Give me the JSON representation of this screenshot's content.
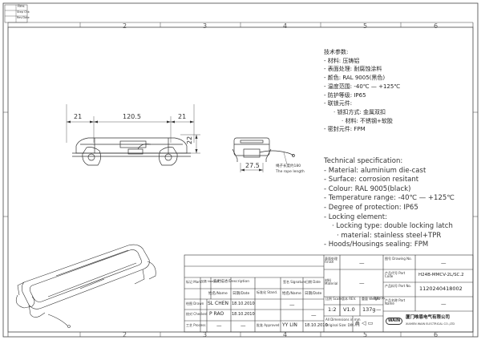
{
  "corner": {
    "rev": "Rev.",
    "step_chk": "Step Chk",
    "rev_date": "Rev.Date"
  },
  "zones": {
    "top": [
      "2",
      "3",
      "4",
      "5",
      "6"
    ],
    "bottom": [
      "2",
      "3",
      "4",
      "5",
      "6"
    ]
  },
  "dims": {
    "left_width": "21",
    "center_width": "120.5",
    "right_width": "21",
    "height": "22",
    "side_width": "27.5",
    "rope_cn": "绳子长度约180",
    "rope_en": "The rope length"
  },
  "spec_cn": {
    "heading": "技术参数:",
    "lines": [
      "- 材料: 压铸铝",
      "- 表面处理: 耐腐蚀涂料",
      "- 颜色: RAL 9005(黑色)",
      "- 温度范围: -40℃ — +125℃",
      "- 防护等级: IP65",
      "- 联锁元件:",
      "· 锁扣方式: 金属双扣",
      "· 材料: 不锈钢+软胶",
      "- 密封元件: FPM"
    ]
  },
  "spec_en": {
    "heading": "Technical specification:",
    "lines": [
      "- Material: aluminium die-cast",
      "- Surface: corrosion resitant",
      "- Colour: RAL 9005(black)",
      "- Temperature range: -40℃ — +125℃",
      "- Degree of protection: IP65",
      "- Locking element:",
      "· Locking type: double locking latch",
      "· material: stainless steel+TPR",
      "- Hoods/Housings sealing: FPM"
    ]
  },
  "title_block": {
    "finish_label": "表面处理 Finish",
    "finish_value": "—",
    "material_label": "材料 Material",
    "material_value": "—",
    "scale_label": "比例 Scale",
    "scale_value": "1:2",
    "version_label": "版本 REV.",
    "version_value": "V1.0",
    "weight_label": "重量 Weight",
    "weight_value": "137g",
    "qty_label": "数量 Qty.",
    "qty_value": "—",
    "drawing_no_label": "图号 Drawing No.",
    "drawing_no_value": "—",
    "part_code_label": "产品代号 Part Code",
    "part_code_value": "H24B-MMCV-2L/SC.2",
    "part_no_label": "产品料号 Part No.",
    "part_no_value": "1120240418002",
    "part_name_label": "产品名称 Part Name",
    "part_name_value": "—",
    "dims_note": "All Dimensions in mm",
    "orig_size": "Original Size: DIN A 4",
    "company_cn": "厦门唯恩电气有限公司",
    "company_en": "XIAMEN WAIN ELECTRICAL CO.,LTD",
    "logo": "WAIN",
    "rev_headers": [
      "标记 Mark",
      "处数 Number",
      "变更描述/Description",
      "签名 Signature",
      "日期 Date"
    ],
    "person_headers": [
      "姓名/Name",
      "日期/Date",
      "标准化 Stand.",
      "姓名/Name",
      "日期/Date"
    ],
    "drawn_label": "绘图 Drawn",
    "drawn_name": "SL CHEN",
    "drawn_date": "18.10.2010",
    "checked_label": "校对 Checked",
    "checked_name": "P RAO",
    "checked_date": "18.10.2010",
    "process_label": "工艺 Process",
    "process_name": "—",
    "process_date": "—",
    "stand_name": "—",
    "stand_date": "—",
    "approved_label": "批准 Approved",
    "approved_name": "YY LIN",
    "approved_date": "18.10.2010"
  },
  "colors": {
    "line": "#333333",
    "frame": "#444444"
  }
}
